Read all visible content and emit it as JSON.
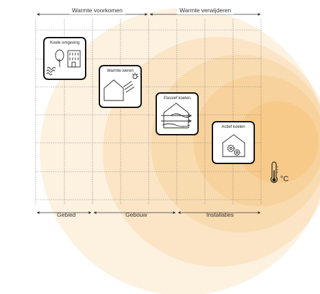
{
  "diagram": {
    "top_labels": {
      "left": "Warmte voorkomen",
      "right": "Warmte verwijderen"
    },
    "bottom_labels": {
      "gebied": "Gebied",
      "gebouw": "Gebouw",
      "installaties": "Installaties"
    },
    "cards": [
      {
        "id": "koele-omgeving",
        "title": "Koele omgeving",
        "icon": "trees-building-waves-icon"
      },
      {
        "id": "warmte-weren",
        "title": "Warmte weren",
        "icon": "house-sun-shade-icon"
      },
      {
        "id": "passief-koelen",
        "title": "Passief koelen",
        "icon": "house-airflow-icon"
      },
      {
        "id": "actief-koelen",
        "title": "Actief koelen",
        "icon": "house-gears-icon"
      }
    ],
    "temperature_unit": "°C",
    "colors": {
      "circle_fill": "#f2a93c",
      "grid": "#7a7a7a",
      "card_border": "#111111"
    }
  }
}
